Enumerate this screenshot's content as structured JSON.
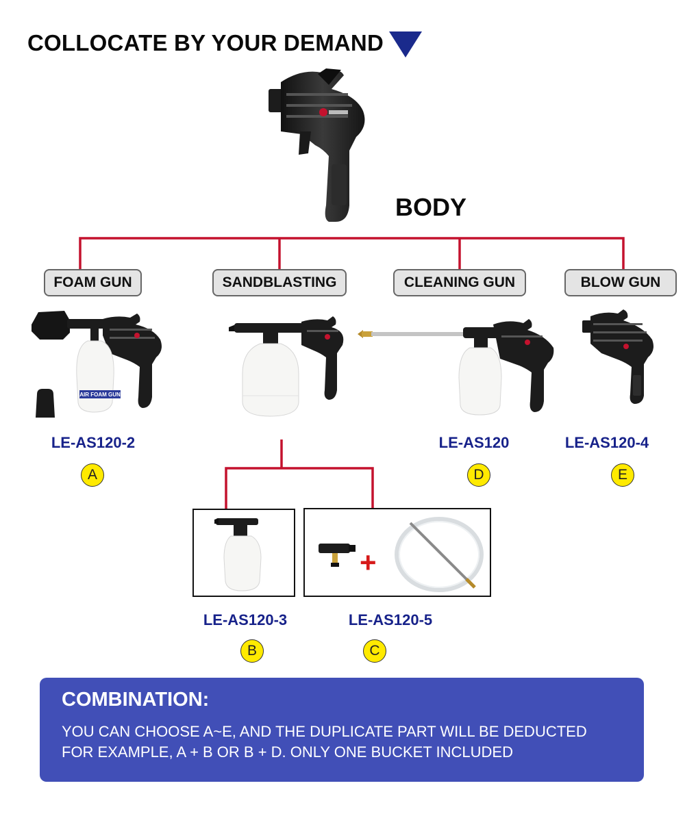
{
  "header": {
    "title": "COLLOCATE BY YOUR DEMAND"
  },
  "body_label": "BODY",
  "categories": [
    {
      "label": "FOAM GUN"
    },
    {
      "label": "SANDBLASTING"
    },
    {
      "label": "CLEANING GUN"
    },
    {
      "label": "BLOW GUN"
    }
  ],
  "products": {
    "a": {
      "model": "LE-AS120-2",
      "letter": "A",
      "bottle_label": "AIR FOAM GUN"
    },
    "b": {
      "model": "LE-AS120-3",
      "letter": "B"
    },
    "c": {
      "model": "LE-AS120-5",
      "letter": "C",
      "plus": "+"
    },
    "d": {
      "model": "LE-AS120",
      "letter": "D"
    },
    "e": {
      "model": "LE-AS120-4",
      "letter": "E"
    }
  },
  "combination": {
    "title": "COMBINATION:",
    "line1": "YOU CAN CHOOSE A~E, AND THE DUPLICATE PART WILL BE DEDUCTED",
    "line2": "FOR EXAMPLE, A + B OR B + D. ONLY ONE BUCKET INCLUDED"
  },
  "colors": {
    "connector": "#c4122e",
    "model_text": "#17228a",
    "badge": "#ffea00",
    "panel": "#414fb7",
    "triangle": "#1a2a8c"
  }
}
